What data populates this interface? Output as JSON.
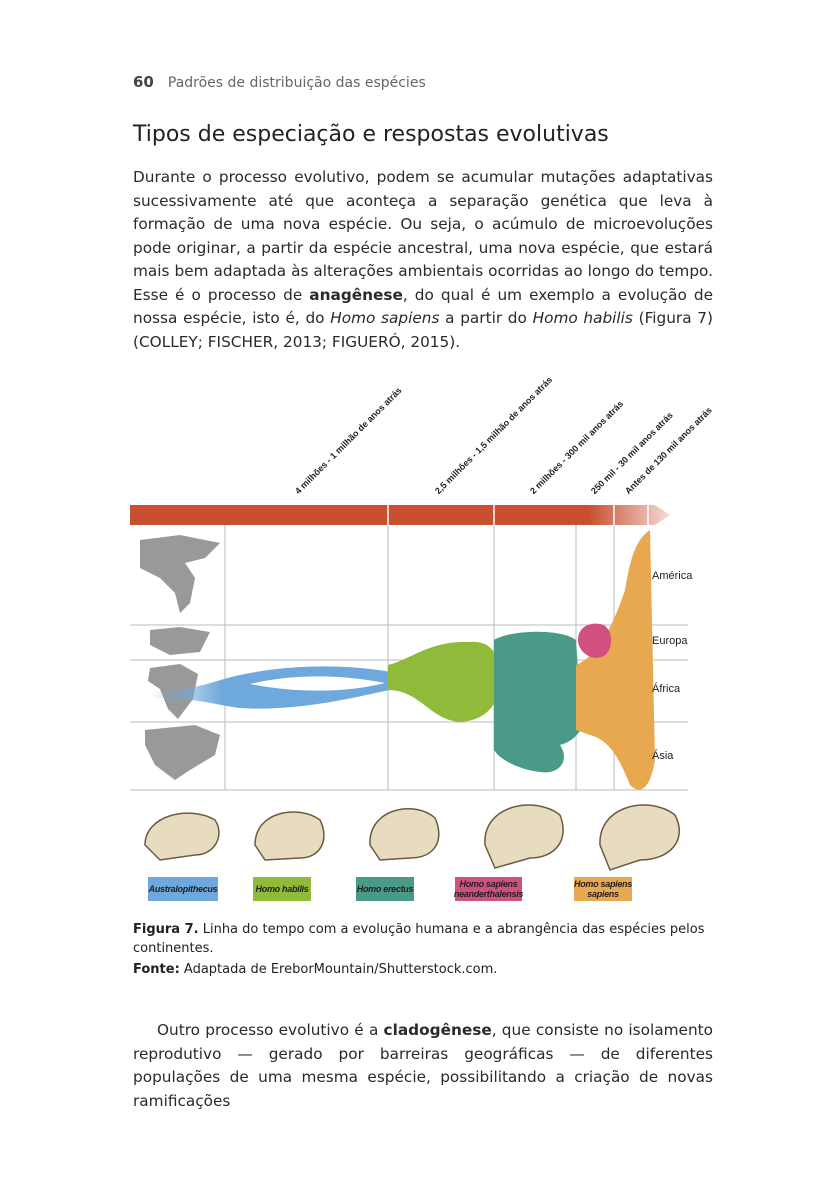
{
  "header": {
    "page_number": "60",
    "chapter": "Padrões de distribuição das espécies"
  },
  "section_title": "Tipos de especiação e respostas evolutivas",
  "paragraph1": {
    "text_a": "Durante o processo evolutivo, podem se acumular mutações adaptativas sucessivamente até que aconteça a separação genética que leva à formação de uma nova espécie. Ou seja, o acúmulo de microevoluções pode originar, a partir da espécie ancestral, uma nova espécie, que estará mais bem adaptada às alterações ambientais ocorridas ao longo do tempo. Esse é o processo de ",
    "bold": "anagênese",
    "text_b": ", do qual é um exemplo a evolução de nossa espécie, isto é, do ",
    "italic1": "Homo sapiens",
    "text_c": " a partir do ",
    "italic2": "Homo habilis",
    "text_d": " (Figura 7) (COLLEY; FISCHER, 2013; FIGUERÓ, 2015)."
  },
  "figure": {
    "timeline": [
      "4 milhões - 1 milhão de anos atrás",
      "2,5 milhões - 1,5 milhão de anos atrás",
      "2 milhões - 300 mil anos atrás",
      "250 mil - 30 mil anos atrás",
      "Antes de 130 mil anos atrás"
    ],
    "continents": [
      "América",
      "Europa",
      "África",
      "Ásia"
    ],
    "species": [
      {
        "name": "Australopithecus",
        "color": "#6fa8dc"
      },
      {
        "name": "Homo habilis",
        "color": "#8fba3a"
      },
      {
        "name": "Homo erectus",
        "color": "#4a9a88"
      },
      {
        "name": "Homo sapiens neanderthalensis",
        "color": "#d05080"
      },
      {
        "name": "Homo sapiens sapiens",
        "color": "#e8a850"
      }
    ]
  },
  "caption": {
    "label": "Figura 7.",
    "text": " Linha do tempo com a evolução humana e a abrangência das espécies pelos continentes."
  },
  "source": {
    "label": "Fonte:",
    "text": " Adaptada de EreborMountain/Shutterstock.com."
  },
  "paragraph2": {
    "text_a": "Outro processo evolutivo é a ",
    "bold": "cladogênese",
    "text_b": ", que consiste no isolamento reprodutivo — gerado por barreiras geográficas — de diferentes populações de uma mesma espécie, possibilitando a criação de novas ramificações"
  }
}
